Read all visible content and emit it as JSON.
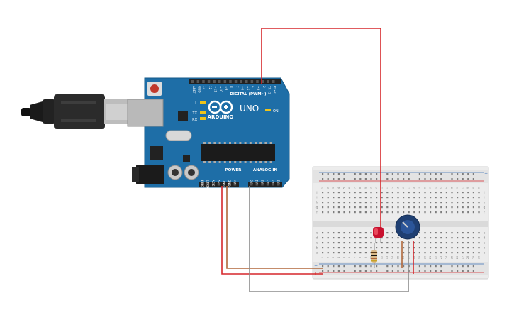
{
  "board": {
    "brand": "ARDUINO",
    "model": "UNO",
    "digital_label": "DIGITAL (PWM~)",
    "power_label": "POWER",
    "analog_label": "ANALOG IN",
    "on_label": "ON",
    "l_label": "L",
    "tx_label": "TX",
    "rx_label": "RX",
    "digital_pins": [
      "AREF",
      "GND",
      "13",
      "12",
      "~11",
      "~10",
      "~9",
      "8",
      "7",
      "~6",
      "~5",
      "4",
      "~3",
      "2",
      "TX→1",
      "RX←0"
    ],
    "power_pins": [
      "IOREF",
      "RESET",
      "3.3V",
      "5V",
      "GND",
      "GND",
      "Vin"
    ],
    "analog_pins": [
      "A0",
      "A1",
      "A2",
      "A3",
      "A4",
      "A5"
    ]
  },
  "breadboard": {
    "row_letters_top": [
      "j",
      "i",
      "h",
      "g",
      "f"
    ],
    "row_letters_bottom": [
      "e",
      "d",
      "c",
      "b",
      "a"
    ],
    "columns": [
      "1",
      "2",
      "3",
      "4",
      "5",
      "6",
      "7",
      "8",
      "9",
      "10",
      "11",
      "12",
      "13",
      "14",
      "15",
      "16",
      "17",
      "18",
      "19",
      "20",
      "21",
      "22",
      "23",
      "24",
      "25",
      "26",
      "27",
      "28",
      "29",
      "30"
    ],
    "rail_plus": "+",
    "rail_minus": "−"
  },
  "components": {
    "led_color": "#c8102e",
    "wire_red": "#d6272b",
    "wire_brown": "#b0673a",
    "wire_gray": "#8c8c8c",
    "board_color": "#1e6ea7"
  }
}
